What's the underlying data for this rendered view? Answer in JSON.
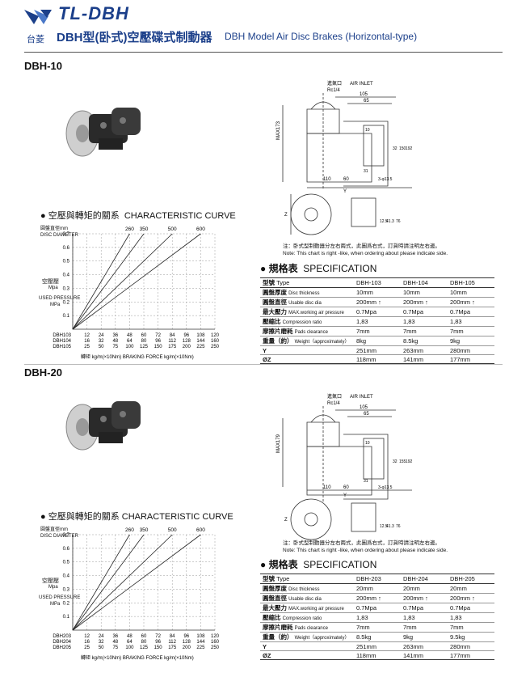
{
  "header": {
    "brand": "TL-DBH",
    "company": "台菱",
    "title_zh": "DBH型(卧式)空壓碟式制動器",
    "title_en": "DBH Model Air Disc Brakes (Horizontal-type)"
  },
  "sections": [
    {
      "model": "DBH-10",
      "chart_title_zh": "空壓與轉矩的關系",
      "chart_title_en": "CHARACTERISTIC CURVE",
      "disc_label_zh": "圓盤直徑mm",
      "disc_label_en": "DISC DIAMETER",
      "y_label_zh": "空壓壓",
      "y_label_unit": "Mpa",
      "y_label_en": "USED PRESSURE",
      "y_label_en_unit": "MPa",
      "x_label_zh": "轉矩 kg/m(×10Nm)",
      "x_label_en": "BRAKING FORCE kg/m(×10Nm)",
      "drawing": {
        "inlet_zh": "進氣口",
        "inlet_en": "AIR INLET",
        "port": "Rc1/4",
        "dims": [
          "105",
          "65",
          "MAX173",
          "10",
          "32",
          "150",
          "192",
          "110",
          "60",
          "31",
          "3-φ13.5",
          "12.5",
          "41.3",
          "76",
          "Z",
          "Y"
        ]
      },
      "note_zh": "注：卧式型制動器分左右兩式，此圖爲右式，訂貨時請注明左右邊。",
      "note_en": "Note: This chart is right -like, when ordering about please indicate side.",
      "spec_title_zh": "規格表",
      "spec_title_en": "SPECIFICATION",
      "spec": {
        "header": {
          "zh": "型號",
          "en": "Type",
          "cols": [
            "DBH-103",
            "DBH-104",
            "DBH-105"
          ]
        },
        "rows": [
          {
            "zh": "圓盤厚度",
            "en": "Disc thickness",
            "vals": [
              "10mm",
              "10mm",
              "10mm"
            ]
          },
          {
            "zh": "圓盤直徑",
            "en": "Usable disc dia",
            "vals": [
              "200mm ↑",
              "200mm ↑",
              "200mm ↑"
            ]
          },
          {
            "zh": "最大壓力",
            "en": "MAX.working air pressure",
            "vals": [
              "0.7Mpa",
              "0.7Mpa",
              "0.7Mpa"
            ]
          },
          {
            "zh": "壓縮比",
            "en": "Compression ratio",
            "vals": [
              "1,83",
              "1,83",
              "1,83"
            ]
          },
          {
            "zh": "摩擦片磨耗",
            "en": "Pads clearance",
            "vals": [
              "7mm",
              "7mm",
              "7mm"
            ]
          },
          {
            "zh": "重量（約）",
            "en": "Weight（approximately）",
            "vals": [
              "8kg",
              "8.5kg",
              "9kg"
            ]
          },
          {
            "zh": "Y",
            "en": "",
            "vals": [
              "251mm",
              "263mm",
              "280mm"
            ]
          },
          {
            "zh": "ØZ",
            "en": "",
            "vals": [
              "118mm",
              "141mm",
              "177mm"
            ]
          }
        ]
      }
    },
    {
      "model": "DBH-20",
      "chart_title_zh": "空壓與轉矩的關系",
      "chart_title_en": "CHARACTERISTIC CURVE",
      "disc_label_zh": "圓盤直徑mm",
      "disc_label_en": "DISC DIAMETER",
      "y_label_zh": "空壓壓",
      "y_label_unit": "Mpa",
      "y_label_en": "USED PRESSURE",
      "y_label_en_unit": "MPa",
      "x_label_zh": "轉矩 kg/m(×10Nm)",
      "x_label_en": "BRAKING FORCE kg/m(×10Nm)",
      "drawing": {
        "inlet_zh": "進氣口",
        "inlet_en": "AIR INLET",
        "port": "Rc1/4",
        "dims": [
          "105",
          "65",
          "MAX179",
          "10",
          "32",
          "155",
          "192",
          "110",
          "60",
          "31",
          "3-φ13.5",
          "12.5",
          "41.3",
          "76",
          "Z",
          "Y"
        ]
      },
      "note_zh": "注：卧式型制動器分左右兩式，此圖爲右式，訂貨時請注明左右邊。",
      "note_en": "Note: This chart is right -like, when ordering about please indicate side.",
      "spec_title_zh": "規格表",
      "spec_title_en": "SPECIFICATION",
      "spec": {
        "header": {
          "zh": "型號",
          "en": "Type",
          "cols": [
            "DBH-203",
            "DBH-204",
            "DBH-205"
          ]
        },
        "rows": [
          {
            "zh": "圓盤厚度",
            "en": "Disc thickness",
            "vals": [
              "20mm",
              "20mm",
              "20mm"
            ]
          },
          {
            "zh": "圓盤直徑",
            "en": "Usable disc dia",
            "vals": [
              "200mm ↑",
              "200mm ↑",
              "200mm ↑"
            ]
          },
          {
            "zh": "最大壓力",
            "en": "MAX.working air pressure",
            "vals": [
              "0.7Mpa",
              "0.7Mpa",
              "0.7Mpa"
            ]
          },
          {
            "zh": "壓縮比",
            "en": "Compression ratio",
            "vals": [
              "1,83",
              "1,83",
              "1,83"
            ]
          },
          {
            "zh": "摩擦片磨耗",
            "en": "Pads clearance",
            "vals": [
              "7mm",
              "7mm",
              "7mm"
            ]
          },
          {
            "zh": "重量（約）",
            "en": "Weight（approximately）",
            "vals": [
              "8.5kg",
              "9kg",
              "9.5kg"
            ]
          },
          {
            "zh": "Y",
            "en": "",
            "vals": [
              "251mm",
              "263mm",
              "280mm"
            ]
          },
          {
            "zh": "ØZ",
            "en": "",
            "vals": [
              "118mm",
              "141mm",
              "177mm"
            ]
          }
        ]
      }
    }
  ],
  "chart_data": [
    {
      "type": "line",
      "title": "CHARACTERISTIC CURVE",
      "ylabel": "USED PRESSURE MPa",
      "xlabel": "BRAKING FORCE kg/m(×10Nm)",
      "ylim": [
        0,
        0.7
      ],
      "yticks": [
        0.1,
        0.2,
        0.3,
        0.4,
        0.5,
        0.6,
        0.7
      ],
      "disc_diameters": [
        "260",
        "350",
        "500",
        "600"
      ],
      "x_rows": [
        {
          "name": "DBH103",
          "values": [
            "12",
            "24",
            "36",
            "48",
            "60",
            "72",
            "84",
            "96",
            "108",
            "120"
          ]
        },
        {
          "name": "DBH104",
          "values": [
            "16",
            "32",
            "48",
            "64",
            "80",
            "96",
            "112",
            "128",
            "144",
            "160"
          ]
        },
        {
          "name": "DBH105",
          "values": [
            "25",
            "50",
            "75",
            "100",
            "125",
            "150",
            "175",
            "200",
            "225",
            "250"
          ]
        }
      ],
      "series": [
        {
          "name": "260",
          "x": [
            0,
            4
          ],
          "y": [
            0,
            0.7
          ]
        },
        {
          "name": "350",
          "x": [
            0,
            5
          ],
          "y": [
            0,
            0.7
          ]
        },
        {
          "name": "500",
          "x": [
            0,
            7
          ],
          "y": [
            0,
            0.7
          ]
        },
        {
          "name": "600",
          "x": [
            0,
            9
          ],
          "y": [
            0,
            0.7
          ]
        }
      ]
    },
    {
      "type": "line",
      "title": "CHARACTERISTIC CURVE",
      "ylabel": "USED PRESSURE MPa",
      "xlabel": "BRAKING FORCE kg/m(×10Nm)",
      "ylim": [
        0,
        0.7
      ],
      "yticks": [
        0.1,
        0.2,
        0.3,
        0.4,
        0.5,
        0.6,
        0.7
      ],
      "disc_diameters": [
        "260",
        "350",
        "500",
        "600"
      ],
      "x_rows": [
        {
          "name": "DBH203",
          "values": [
            "12",
            "24",
            "36",
            "48",
            "60",
            "72",
            "84",
            "96",
            "108",
            "120"
          ]
        },
        {
          "name": "DBH204",
          "values": [
            "16",
            "32",
            "48",
            "64",
            "80",
            "96",
            "112",
            "128",
            "144",
            "160"
          ]
        },
        {
          "name": "DBH205",
          "values": [
            "25",
            "50",
            "75",
            "100",
            "125",
            "150",
            "175",
            "200",
            "225",
            "250"
          ]
        }
      ],
      "series": [
        {
          "name": "260",
          "x": [
            0,
            4
          ],
          "y": [
            0,
            0.7
          ]
        },
        {
          "name": "350",
          "x": [
            0,
            5
          ],
          "y": [
            0,
            0.7
          ]
        },
        {
          "name": "500",
          "x": [
            0,
            7
          ],
          "y": [
            0,
            0.7
          ]
        },
        {
          "name": "600",
          "x": [
            0,
            9
          ],
          "y": [
            0,
            0.7
          ]
        }
      ]
    }
  ]
}
